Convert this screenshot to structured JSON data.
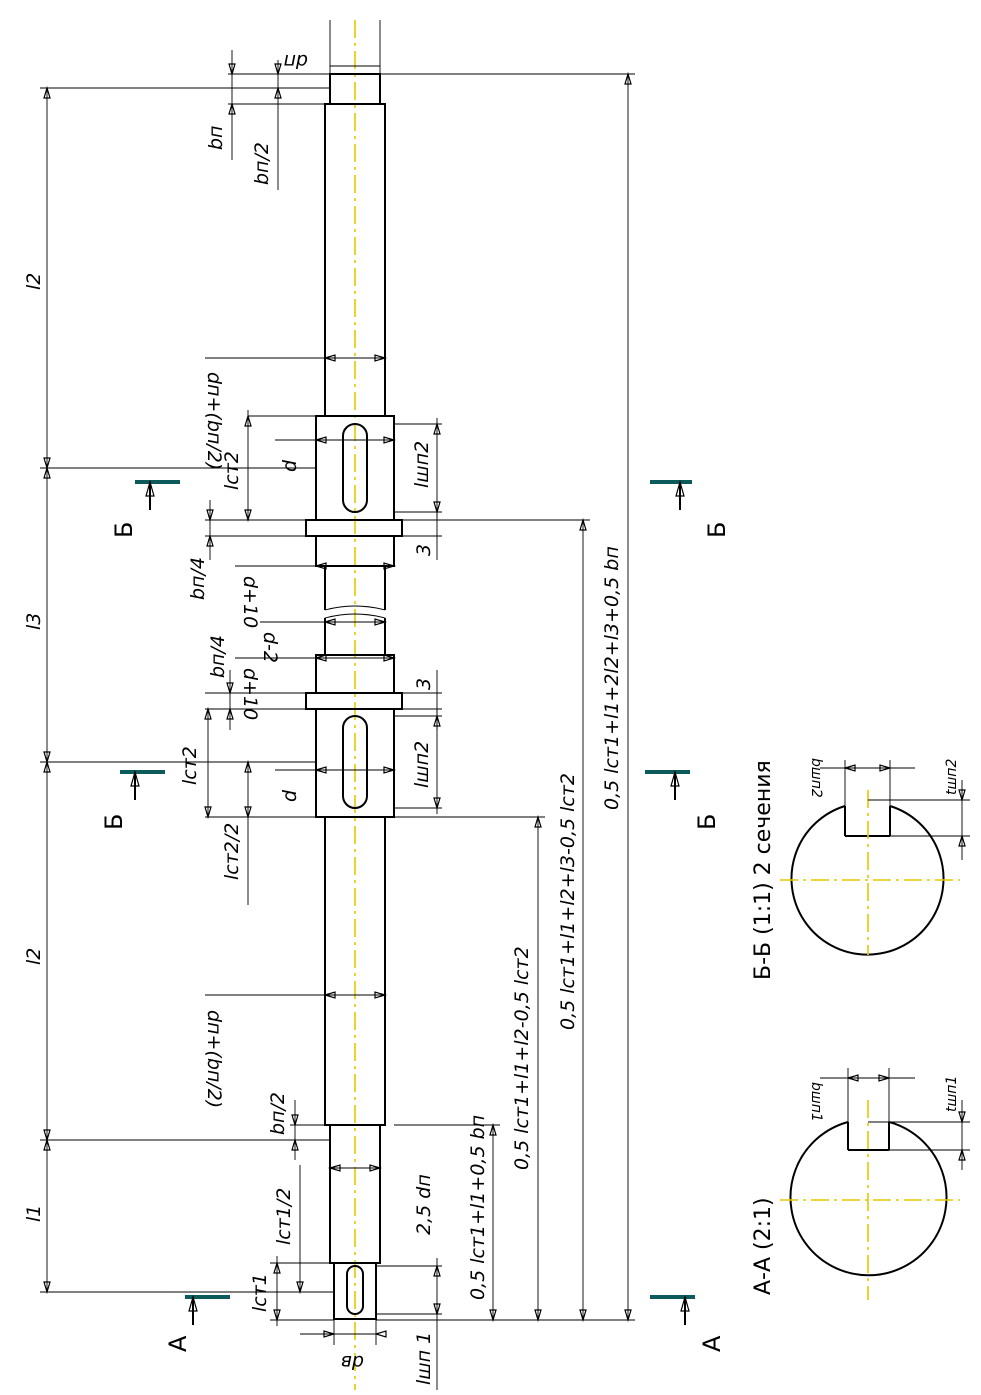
{
  "labels": {
    "d_n_top": "dп",
    "b_p": "bп",
    "b_p_half_top": "bп/2",
    "l2_top": "l2",
    "d_n_plus_top": "dп+(bп/2)",
    "l_st2_top": "lст2",
    "d_top": "d",
    "l_shp2_top": "lшп2",
    "l3": "l3",
    "b_p_q1": "bп/4",
    "d_plus_10_a": "d+10",
    "three_a": "3",
    "d_minus_2": "d-2",
    "b_p_q2": "bп/4",
    "d_plus_10_b": "d+10",
    "three_b": "3",
    "l_st2_mid": "lст2",
    "d_mid": "d",
    "l_shp2_mid": "lшп2",
    "l_st2_half": "lст2/2",
    "l2_bottom": "l2",
    "d_n_plus_bottom": "dп+(bп/2)",
    "b_p_half_bottom": "bп/2",
    "l1": "l1",
    "l_st1_half": "lст1/2",
    "d_n_25": "2,5 dп",
    "l_st1": "lст1",
    "d_b": "dв",
    "l_shp1": "lшп 1",
    "dim1": "0,5 lст1+l1+0,5 bп",
    "dim2": "0,5 lст1+l1+l2-0,5 lст2",
    "dim3": "0,5 lст1+l1+l2+l3-0,5 lст2",
    "dim4": "0,5 lст1+l1+2l2+l3+0,5 bп",
    "B1": "Б",
    "B2": "Б",
    "B3": "Б",
    "B4": "Б",
    "A1": "А",
    "A2": "А",
    "section_BB": "Б-Б (1:1) 2 сечения",
    "section_AA": "А-А (2:1)",
    "b_shp2": "bшп2",
    "t_shp2": "tшп2",
    "b_shp1": "bшп1",
    "t_shp1": "tшп1"
  }
}
